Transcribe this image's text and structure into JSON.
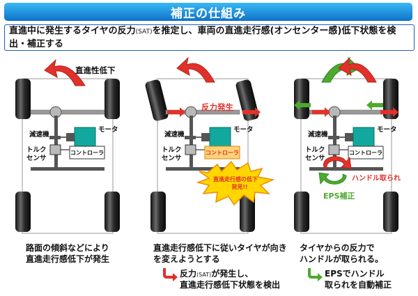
{
  "title": "補正の仕組み",
  "summary": {
    "part1": "直進中に発生するタイヤの反力",
    "sat": "(SAT)",
    "part2": "を推定し、車両の直進走行感(オンセンター感)低下状態を検出・補正する"
  },
  "colors": {
    "red": "#e0322a",
    "green": "#4caa2e",
    "title_bg": "#1878d4",
    "controller": "#ffd27a",
    "motor": "#13a89e"
  },
  "panels": [
    {
      "top_label": "直進性低下",
      "caption": [
        "路面の傾斜などにより",
        "直進走行感低下が発生"
      ]
    },
    {
      "force_label": "反力発生",
      "burst": [
        "直進走行感の低下",
        "発見!!"
      ],
      "caption": [
        "直進走行感低下に従いタイヤが向き",
        "を変えようとする"
      ],
      "note": {
        "part1": "反力",
        "sat": "(SAT)",
        "part2": "が発生し、",
        "line2": "直進走行感低下状態を検出"
      }
    },
    {
      "steer_label": "ハンドル取られ",
      "eps_label": "EPS補正",
      "caption": [
        "タイヤからの反力で",
        "ハンドルが取られる。"
      ],
      "note": [
        "EPSでハンドル",
        "取られを自動補正"
      ]
    }
  ],
  "mechanism": {
    "reducer": "減速機",
    "motor": "モータ",
    "torque": "トルク",
    "sensor": "センサ",
    "controller": "コントローラ"
  }
}
